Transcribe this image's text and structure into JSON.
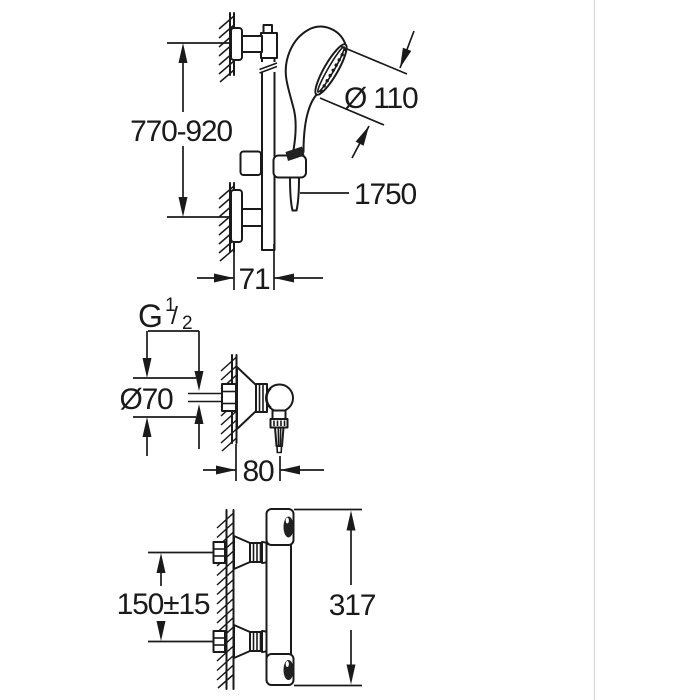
{
  "colors": {
    "line": "#1a1a1a",
    "background": "#ffffff",
    "page_edge": "#dcdcdc"
  },
  "views": {
    "rail_set": {
      "labels": {
        "height_range": "770-920",
        "head_diameter": "Ø 110",
        "hose_length": "1750",
        "wall_distance": "71"
      }
    },
    "valve_side": {
      "labels": {
        "thread_g": "G",
        "thread_numerator": "1",
        "thread_slash": "/",
        "thread_denominator": "2",
        "escutcheon_diameter": "Ø70",
        "projection": "80"
      }
    },
    "mixer_front": {
      "labels": {
        "inlet_spacing": "150±15",
        "overall_width": "317"
      }
    }
  }
}
